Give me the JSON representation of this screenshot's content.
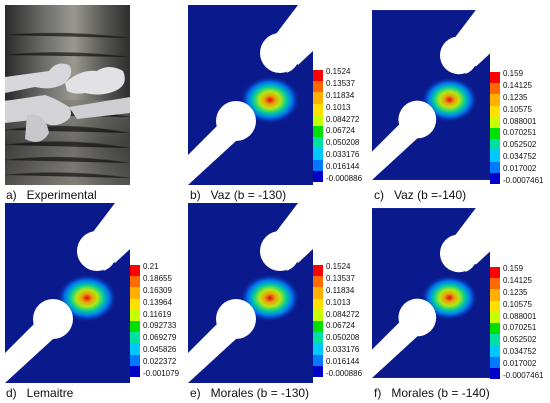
{
  "figure": {
    "panels": [
      {
        "id": "a",
        "caption": "a)   Experimental",
        "kind": "photo",
        "colorbar": []
      },
      {
        "id": "b",
        "caption": "b)   Vaz (b = -130)",
        "kind": "sim",
        "colorbar": [
          "0.1524",
          "0.13537",
          "0.11834",
          "0.1013",
          "0.084272",
          "0.06724",
          "0.050208",
          "0.033176",
          "0.016144",
          "-0.000886"
        ]
      },
      {
        "id": "c",
        "caption": "c)   Vaz (b =-140)",
        "kind": "sim",
        "colorbar": [
          "0.159",
          "0.14125",
          "0.1235",
          "0.10575",
          "0.088001",
          "0.070251",
          "0.052502",
          "0.034752",
          "0.017002",
          "-0.0007461"
        ]
      },
      {
        "id": "d",
        "caption": "d)   Lemaitre",
        "kind": "sim",
        "colorbar": [
          "0.21",
          "0.18655",
          "0.16309",
          "0.13964",
          "0.11619",
          "0.092733",
          "0.069279",
          "0.045826",
          "0.022372",
          "-0.001079"
        ]
      },
      {
        "id": "e",
        "caption": "e)   Morales (b = -130)",
        "kind": "sim",
        "colorbar": [
          "0.1524",
          "0.13537",
          "0.11834",
          "0.1013",
          "0.084272",
          "0.06724",
          "0.050208",
          "0.033176",
          "0.016144",
          "-0.000886"
        ]
      },
      {
        "id": "f",
        "caption": "f)   Morales (b = -140)",
        "kind": "sim",
        "colorbar": [
          "0.159",
          "0.14125",
          "0.1235",
          "0.10575",
          "0.088001",
          "0.070251",
          "0.052502",
          "0.034752",
          "0.017002",
          "-0.0007461"
        ]
      }
    ],
    "colors": {
      "background_blue": "#0a1a8c",
      "specimen_white": "#ffffff",
      "photo_dark": "#3a3a3a"
    },
    "colormap": [
      "#ff0000",
      "#ff6a00",
      "#ffb000",
      "#ffe000",
      "#c8ff00",
      "#00e000",
      "#00e0a0",
      "#00c8ff",
      "#0078ff",
      "#0000c8"
    ]
  }
}
